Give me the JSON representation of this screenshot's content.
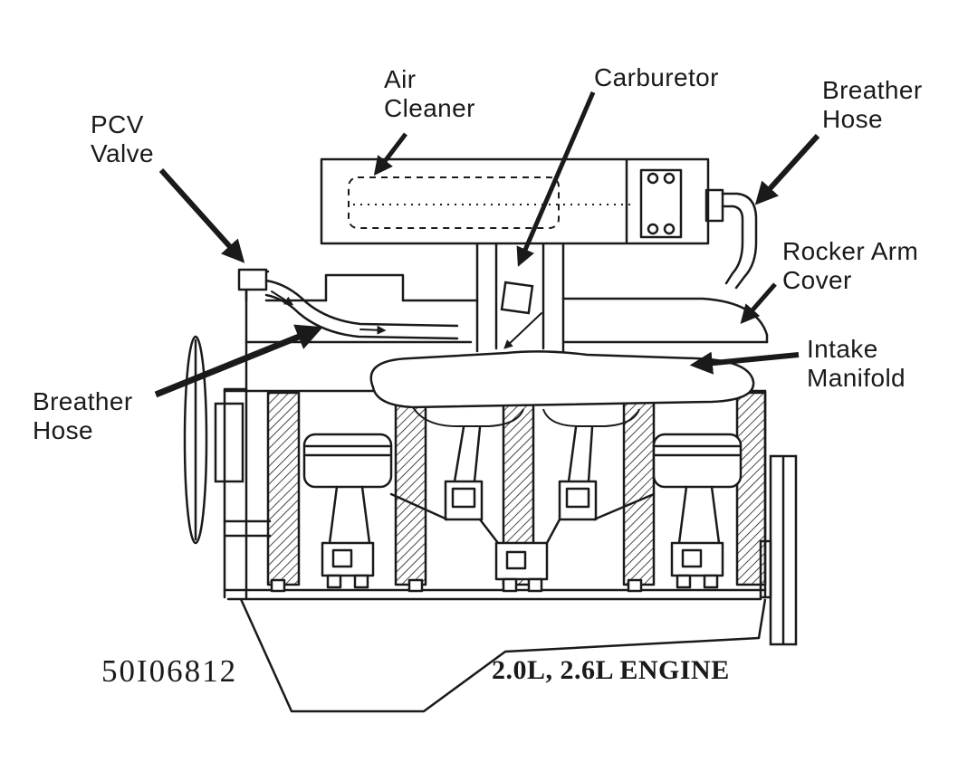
{
  "figure": {
    "id": "50I06812",
    "caption": "2.0L, 2.6L ENGINE"
  },
  "colors": {
    "ink": "#1a1a1a",
    "background": "#ffffff"
  },
  "labels": [
    {
      "name": "pcv-valve",
      "text": "PCV\nValve"
    },
    {
      "name": "air-cleaner",
      "text": "Air\nCleaner"
    },
    {
      "name": "carburetor",
      "text": "Carburetor"
    },
    {
      "name": "breather-hose-top",
      "text": "Breather\nHose"
    },
    {
      "name": "rocker-arm-cover",
      "text": "Rocker Arm\nCover"
    },
    {
      "name": "intake-manifold",
      "text": "Intake\nManifold"
    },
    {
      "name": "breather-hose-left",
      "text": "Breather\nHose"
    }
  ]
}
